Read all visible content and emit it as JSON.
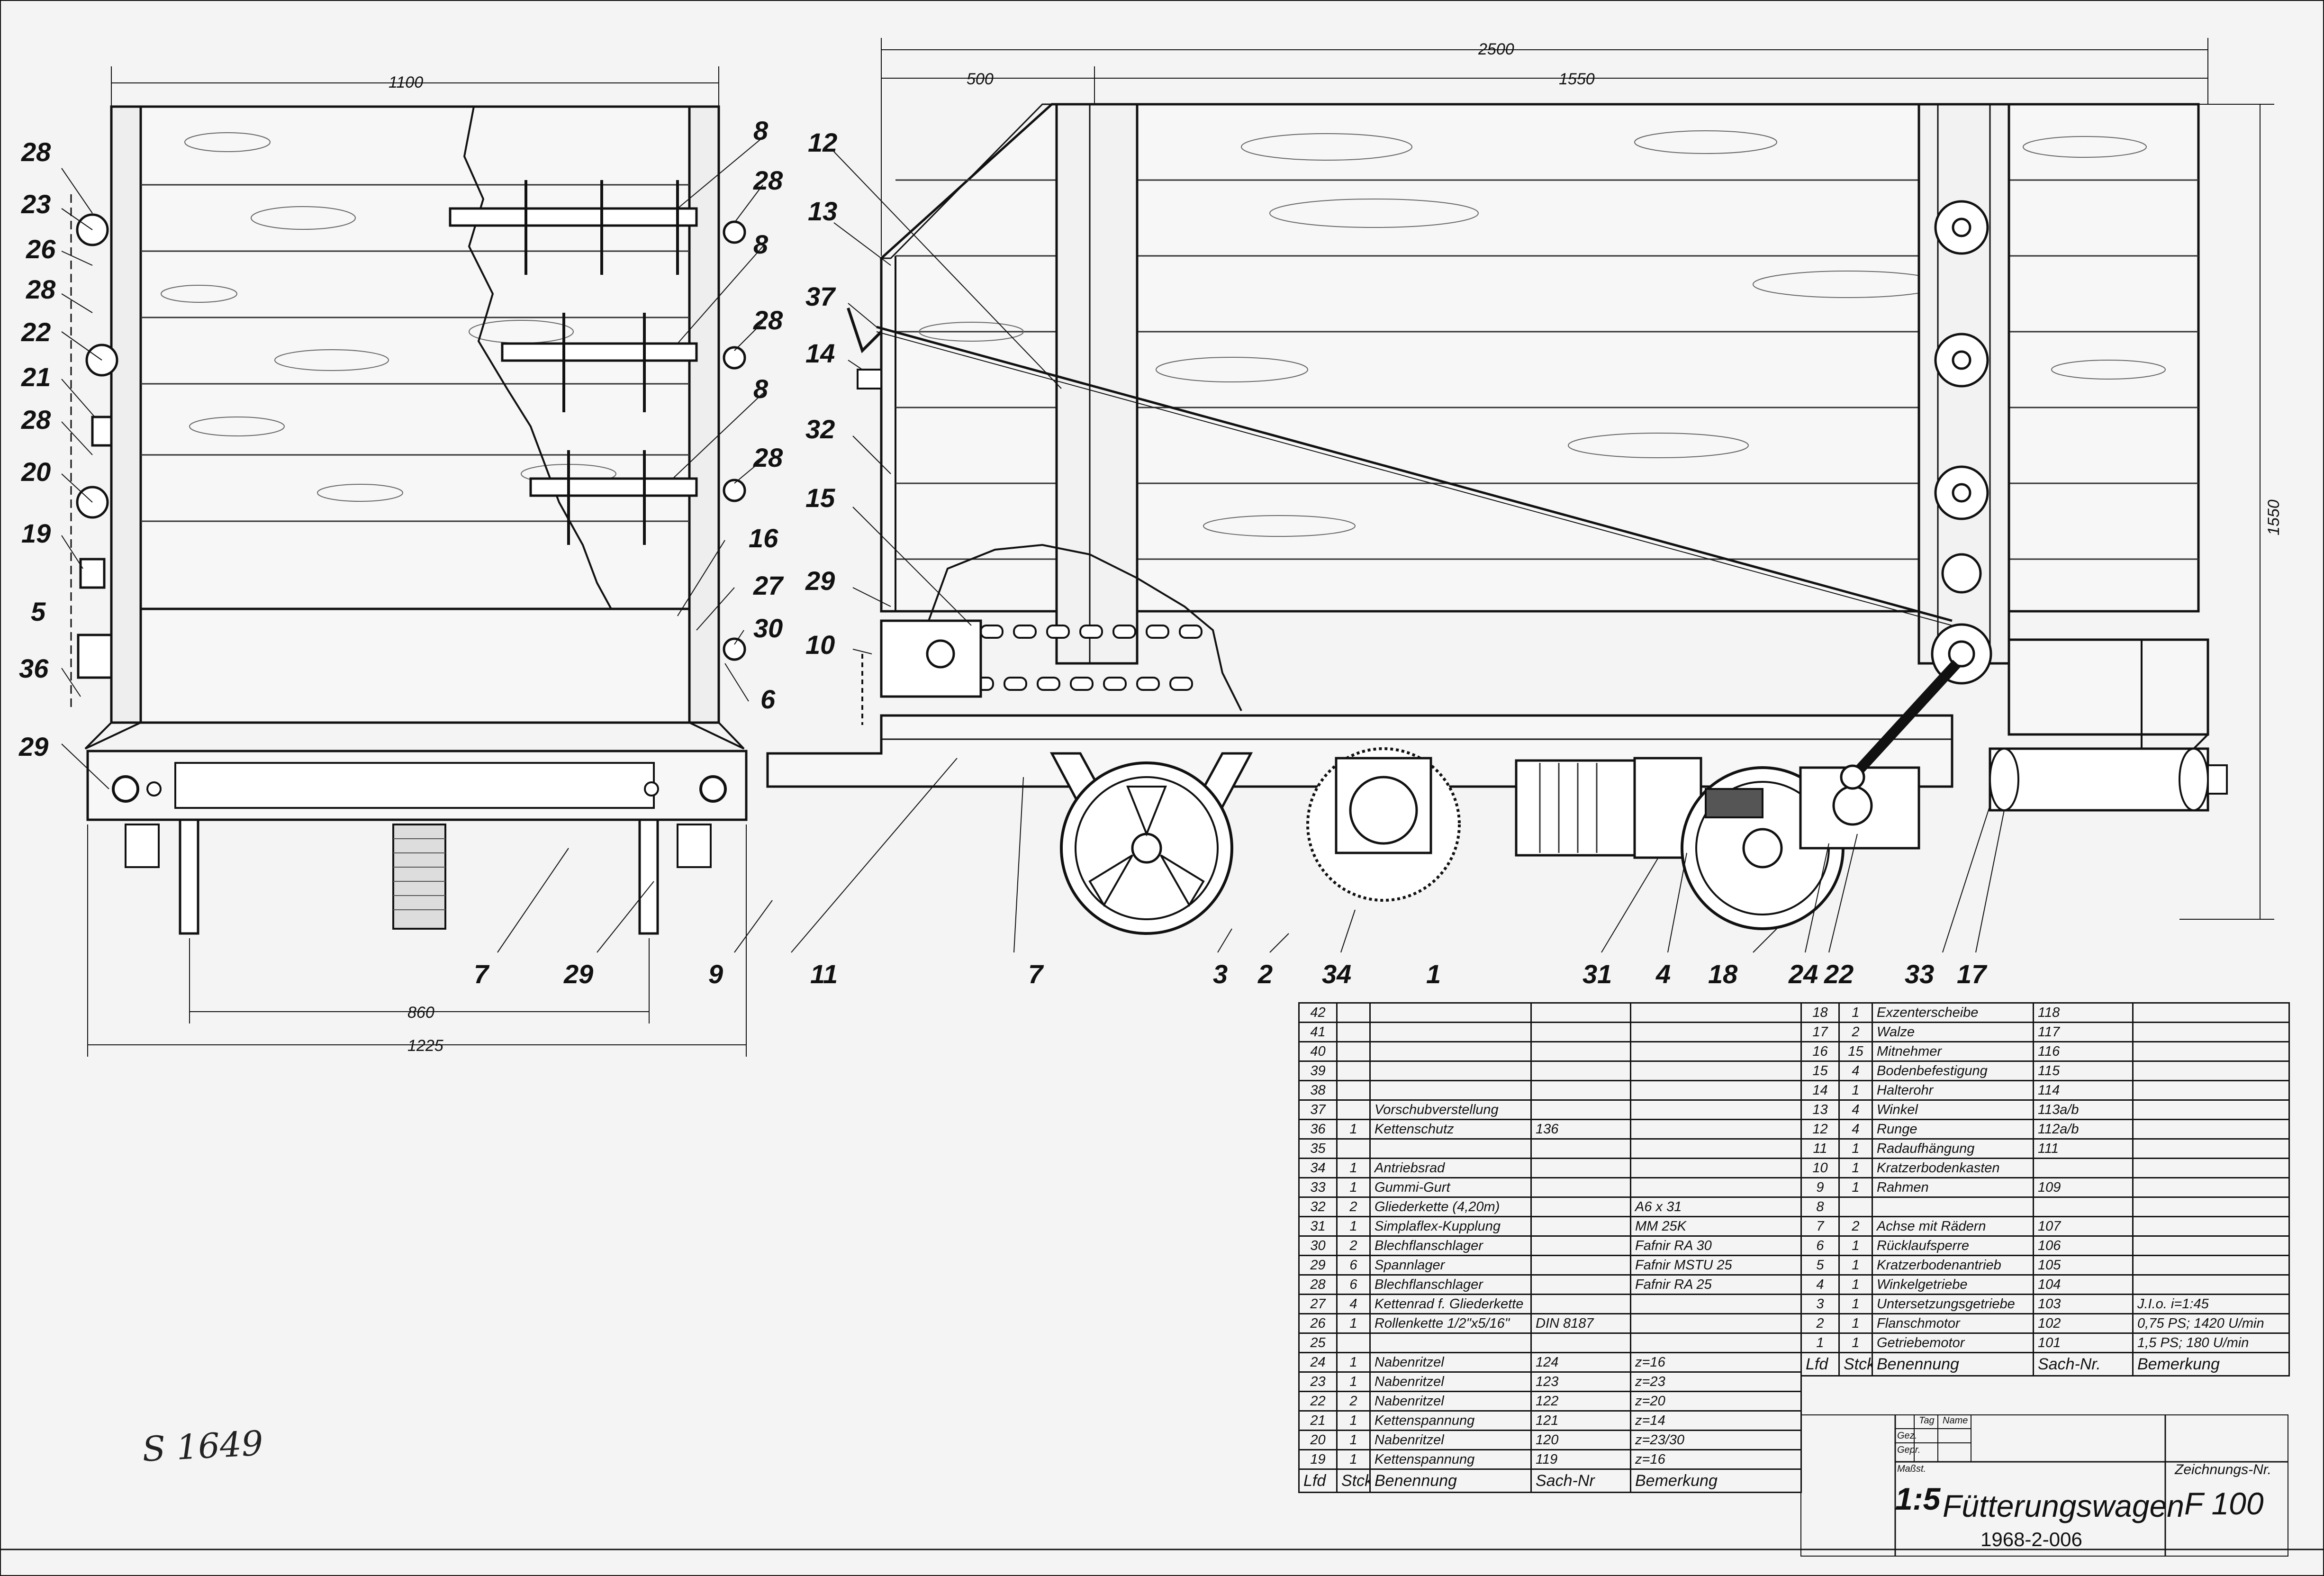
{
  "drawing": {
    "callouts_left_view": [
      "28",
      "23",
      "26",
      "28",
      "22",
      "21",
      "28",
      "20",
      "19",
      "5",
      "36",
      "29"
    ],
    "callouts_right_of_end_view": [
      "8",
      "28",
      "8",
      "28",
      "8",
      "28",
      "16",
      "27",
      "30",
      "6"
    ],
    "callouts_side_view_left": [
      "12",
      "13",
      "37",
      "14",
      "32",
      "15",
      "29",
      "10"
    ],
    "callouts_bottom": [
      "7",
      "29",
      "9",
      "11",
      "7",
      "3",
      "2",
      "34",
      "1",
      "31",
      "4",
      "18",
      "24",
      "22",
      "33",
      "17"
    ],
    "dimensions": {
      "end_width": "1100",
      "end_track": "860",
      "end_overall": "1225",
      "side_overall": "2500",
      "side_front": "500",
      "side_rear": "1550",
      "side_height": "1550"
    }
  },
  "parts_left": {
    "rows": [
      {
        "lfd": "42",
        "stck": "",
        "benennung": "",
        "sach": "",
        "bem": ""
      },
      {
        "lfd": "41",
        "stck": "",
        "benennung": "",
        "sach": "",
        "bem": ""
      },
      {
        "lfd": "40",
        "stck": "",
        "benennung": "",
        "sach": "",
        "bem": ""
      },
      {
        "lfd": "39",
        "stck": "",
        "benennung": "",
        "sach": "",
        "bem": ""
      },
      {
        "lfd": "38",
        "stck": "",
        "benennung": "",
        "sach": "",
        "bem": ""
      },
      {
        "lfd": "37",
        "stck": "",
        "benennung": "Vorschubverstellung",
        "sach": "",
        "bem": ""
      },
      {
        "lfd": "36",
        "stck": "1",
        "benennung": "Kettenschutz",
        "sach": "136",
        "bem": ""
      },
      {
        "lfd": "35",
        "stck": "",
        "benennung": "",
        "sach": "",
        "bem": ""
      },
      {
        "lfd": "34",
        "stck": "1",
        "benennung": "Antriebsrad",
        "sach": "",
        "bem": ""
      },
      {
        "lfd": "33",
        "stck": "1",
        "benennung": "Gummi-Gurt",
        "sach": "",
        "bem": ""
      },
      {
        "lfd": "32",
        "stck": "2",
        "benennung": "Gliederkette (4,20m)",
        "sach": "",
        "bem": "A6 x 31"
      },
      {
        "lfd": "31",
        "stck": "1",
        "benennung": "Simplaflex-Kupplung",
        "sach": "",
        "bem": "MM 25K"
      },
      {
        "lfd": "30",
        "stck": "2",
        "benennung": "Blechflanschlager",
        "sach": "",
        "bem": "Fafnir RA 30"
      },
      {
        "lfd": "29",
        "stck": "6",
        "benennung": "Spannlager",
        "sach": "",
        "bem": "Fafnir MSTU 25"
      },
      {
        "lfd": "28",
        "stck": "6",
        "benennung": "Blechflanschlager",
        "sach": "",
        "bem": "Fafnir RA 25"
      },
      {
        "lfd": "27",
        "stck": "4",
        "benennung": "Kettenrad f. Gliederkette",
        "sach": "",
        "bem": ""
      },
      {
        "lfd": "26",
        "stck": "1",
        "benennung": "Rollenkette 1/2\"x5/16\"",
        "sach": "DIN 8187",
        "bem": ""
      },
      {
        "lfd": "25",
        "stck": "",
        "benennung": "",
        "sach": "",
        "bem": ""
      },
      {
        "lfd": "24",
        "stck": "1",
        "benennung": "Nabenritzel",
        "sach": "124",
        "bem": "z=16"
      },
      {
        "lfd": "23",
        "stck": "1",
        "benennung": "Nabenritzel",
        "sach": "123",
        "bem": "z=23"
      },
      {
        "lfd": "22",
        "stck": "2",
        "benennung": "Nabenritzel",
        "sach": "122",
        "bem": "z=20"
      },
      {
        "lfd": "21",
        "stck": "1",
        "benennung": "Kettenspannung",
        "sach": "121",
        "bem": "z=14"
      },
      {
        "lfd": "20",
        "stck": "1",
        "benennung": "Nabenritzel",
        "sach": "120",
        "bem": "z=23/30"
      },
      {
        "lfd": "19",
        "stck": "1",
        "benennung": "Kettenspannung",
        "sach": "119",
        "bem": "z=16"
      }
    ],
    "header": {
      "lfd": "Lfd",
      "stck": "Stck",
      "benennung": "Benennung",
      "sach": "Sach-Nr",
      "bem": "Bemerkung"
    }
  },
  "parts_right": {
    "rows": [
      {
        "lfd": "18",
        "stck": "1",
        "benennung": "Exzenterscheibe",
        "sach": "118",
        "bem": ""
      },
      {
        "lfd": "17",
        "stck": "2",
        "benennung": "Walze",
        "sach": "117",
        "bem": ""
      },
      {
        "lfd": "16",
        "stck": "15",
        "benennung": "Mitnehmer",
        "sach": "116",
        "bem": ""
      },
      {
        "lfd": "15",
        "stck": "4",
        "benennung": "Bodenbefestigung",
        "sach": "115",
        "bem": ""
      },
      {
        "lfd": "14",
        "stck": "1",
        "benennung": "Halterohr",
        "sach": "114",
        "bem": ""
      },
      {
        "lfd": "13",
        "stck": "4",
        "benennung": "Winkel",
        "sach": "113a/b",
        "bem": ""
      },
      {
        "lfd": "12",
        "stck": "4",
        "benennung": "Runge",
        "sach": "112a/b",
        "bem": ""
      },
      {
        "lfd": "11",
        "stck": "1",
        "benennung": "Radaufhängung",
        "sach": "111",
        "bem": ""
      },
      {
        "lfd": "10",
        "stck": "1",
        "benennung": "Kratzerbodenkasten",
        "sach": "",
        "bem": ""
      },
      {
        "lfd": "9",
        "stck": "1",
        "benennung": "Rahmen",
        "sach": "109",
        "bem": ""
      },
      {
        "lfd": "8",
        "stck": "",
        "benennung": "",
        "sach": "",
        "bem": ""
      },
      {
        "lfd": "7",
        "stck": "2",
        "benennung": "Achse mit Rädern",
        "sach": "107",
        "bem": ""
      },
      {
        "lfd": "6",
        "stck": "1",
        "benennung": "Rücklaufsperre",
        "sach": "106",
        "bem": ""
      },
      {
        "lfd": "5",
        "stck": "1",
        "benennung": "Kratzerbodenantrieb",
        "sach": "105",
        "bem": ""
      },
      {
        "lfd": "4",
        "stck": "1",
        "benennung": "Winkelgetriebe",
        "sach": "104",
        "bem": ""
      },
      {
        "lfd": "3",
        "stck": "1",
        "benennung": "Untersetzungsgetriebe",
        "sach": "103",
        "bem": "J.I.o. i=1:45"
      },
      {
        "lfd": "2",
        "stck": "1",
        "benennung": "Flanschmotor",
        "sach": "102",
        "bem": "0,75 PS; 1420 U/min"
      },
      {
        "lfd": "1",
        "stck": "1",
        "benennung": "Getriebemotor",
        "sach": "101",
        "bem": "1,5 PS; 180 U/min"
      }
    ],
    "header": {
      "lfd": "Lfd",
      "stck": "Stck",
      "benennung": "Benennung",
      "sach": "Sach-Nr.",
      "bem": "Bemerkung"
    }
  },
  "titleblock": {
    "scale": "1:5",
    "title": "Fütterungswagen",
    "code": "1968-2-006",
    "drawing_no_label": "Zeichnungs-Nr.",
    "drawing_no": "F 100",
    "tag": "Tag",
    "name": "Name",
    "gez": "Gez.",
    "gepr": "Gepr.",
    "massst": "Maßst."
  },
  "handnote": "S 1649"
}
